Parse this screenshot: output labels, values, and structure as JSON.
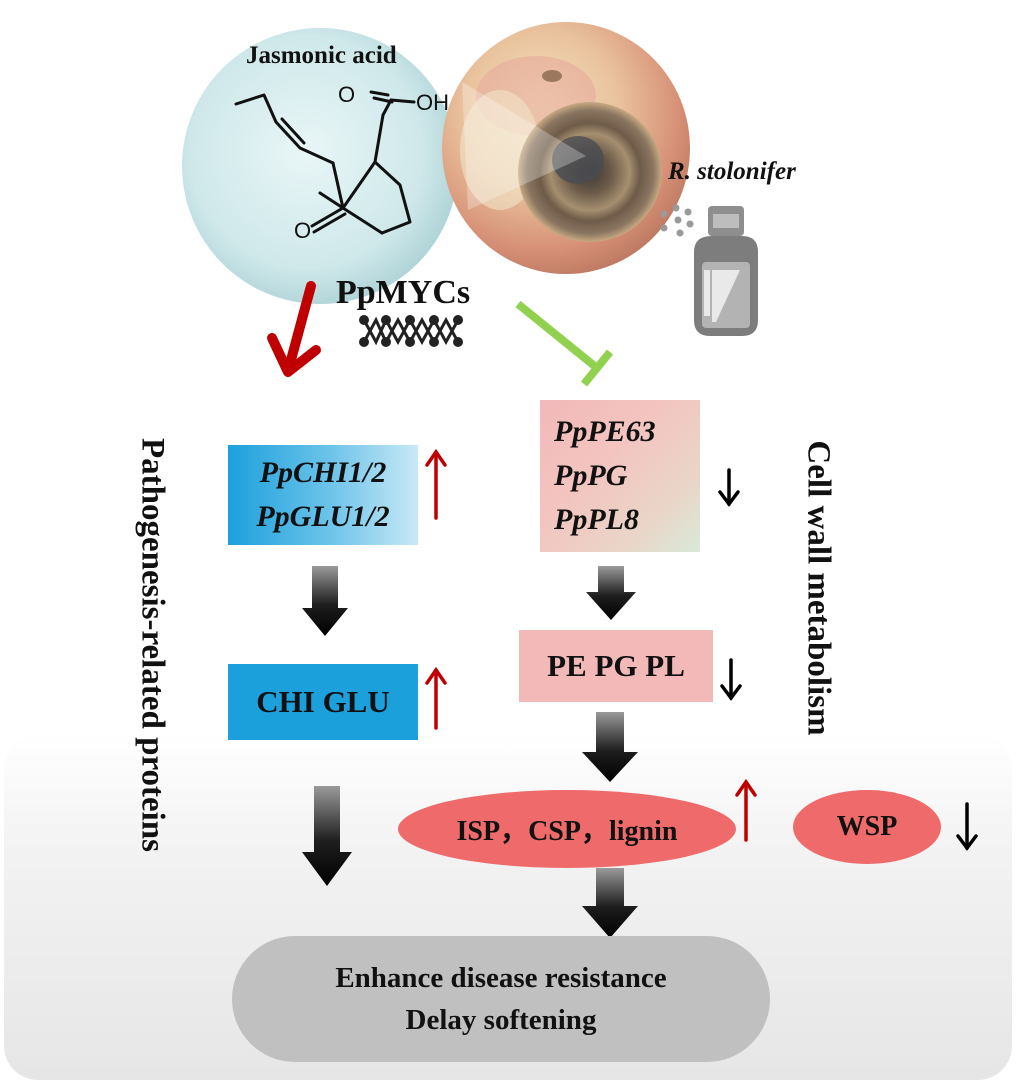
{
  "title": "Jasmonic acid",
  "pathogen": "R. stolonifer",
  "regulator": "PpMYCs",
  "sides": {
    "left": "Pathogenesis-related proteins",
    "right": "Cell wall metabolism"
  },
  "chemical": {
    "hydroxyl": "OH"
  },
  "nodes": {
    "pr_genes": [
      "PpCHI1/2",
      "PpGLU1/2"
    ],
    "cw_genes": [
      "PpPE63",
      "PpPG",
      "PpPL8"
    ],
    "pr_enzymes": "CHI GLU",
    "cw_enzymes": "PE PG PL",
    "substances": "ISP，CSP，lignin",
    "wsp": "WSP",
    "outcome": [
      "Enhance disease resistance",
      "Delay softening"
    ]
  },
  "regulation": {
    "pr_genes": "up",
    "pr_enzymes": "up",
    "cw_genes": "down",
    "cw_enzymes": "down",
    "substances": "up",
    "wsp": "down"
  },
  "colors": {
    "activation_arrow": "#c00000",
    "inhibition_arrow": "#92d050",
    "up_arrow": "#c00000",
    "down_arrow": "#000000",
    "pr_box": "#1ba0dc",
    "cw_box": "#f3b8b8",
    "ovals": "#ef6b6b",
    "outcome_oval": "#c0c0c0"
  }
}
